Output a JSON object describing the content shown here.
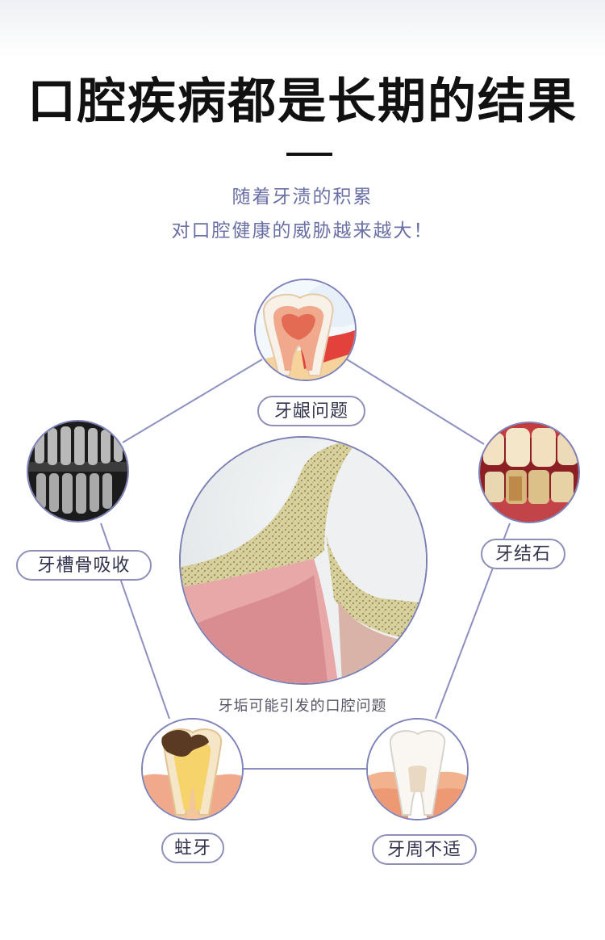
{
  "header": {
    "title": "口腔疾病都是长期的结果",
    "subtitle_line1": "随着牙渍的积累",
    "subtitle_line2": "对口腔健康的威胁越来越大！"
  },
  "center": {
    "caption": "牙垢可能引发的口腔问题"
  },
  "nodes": [
    {
      "label": "牙龈问题"
    },
    {
      "label": "牙结石"
    },
    {
      "label": "牙周不适"
    },
    {
      "label": "蛀牙"
    },
    {
      "label": "牙槽骨吸收"
    }
  ],
  "colors": {
    "title": "#111111",
    "subtitle": "#6a6fa6",
    "ring": "#7f82b8",
    "connector": "#8d90c0"
  }
}
